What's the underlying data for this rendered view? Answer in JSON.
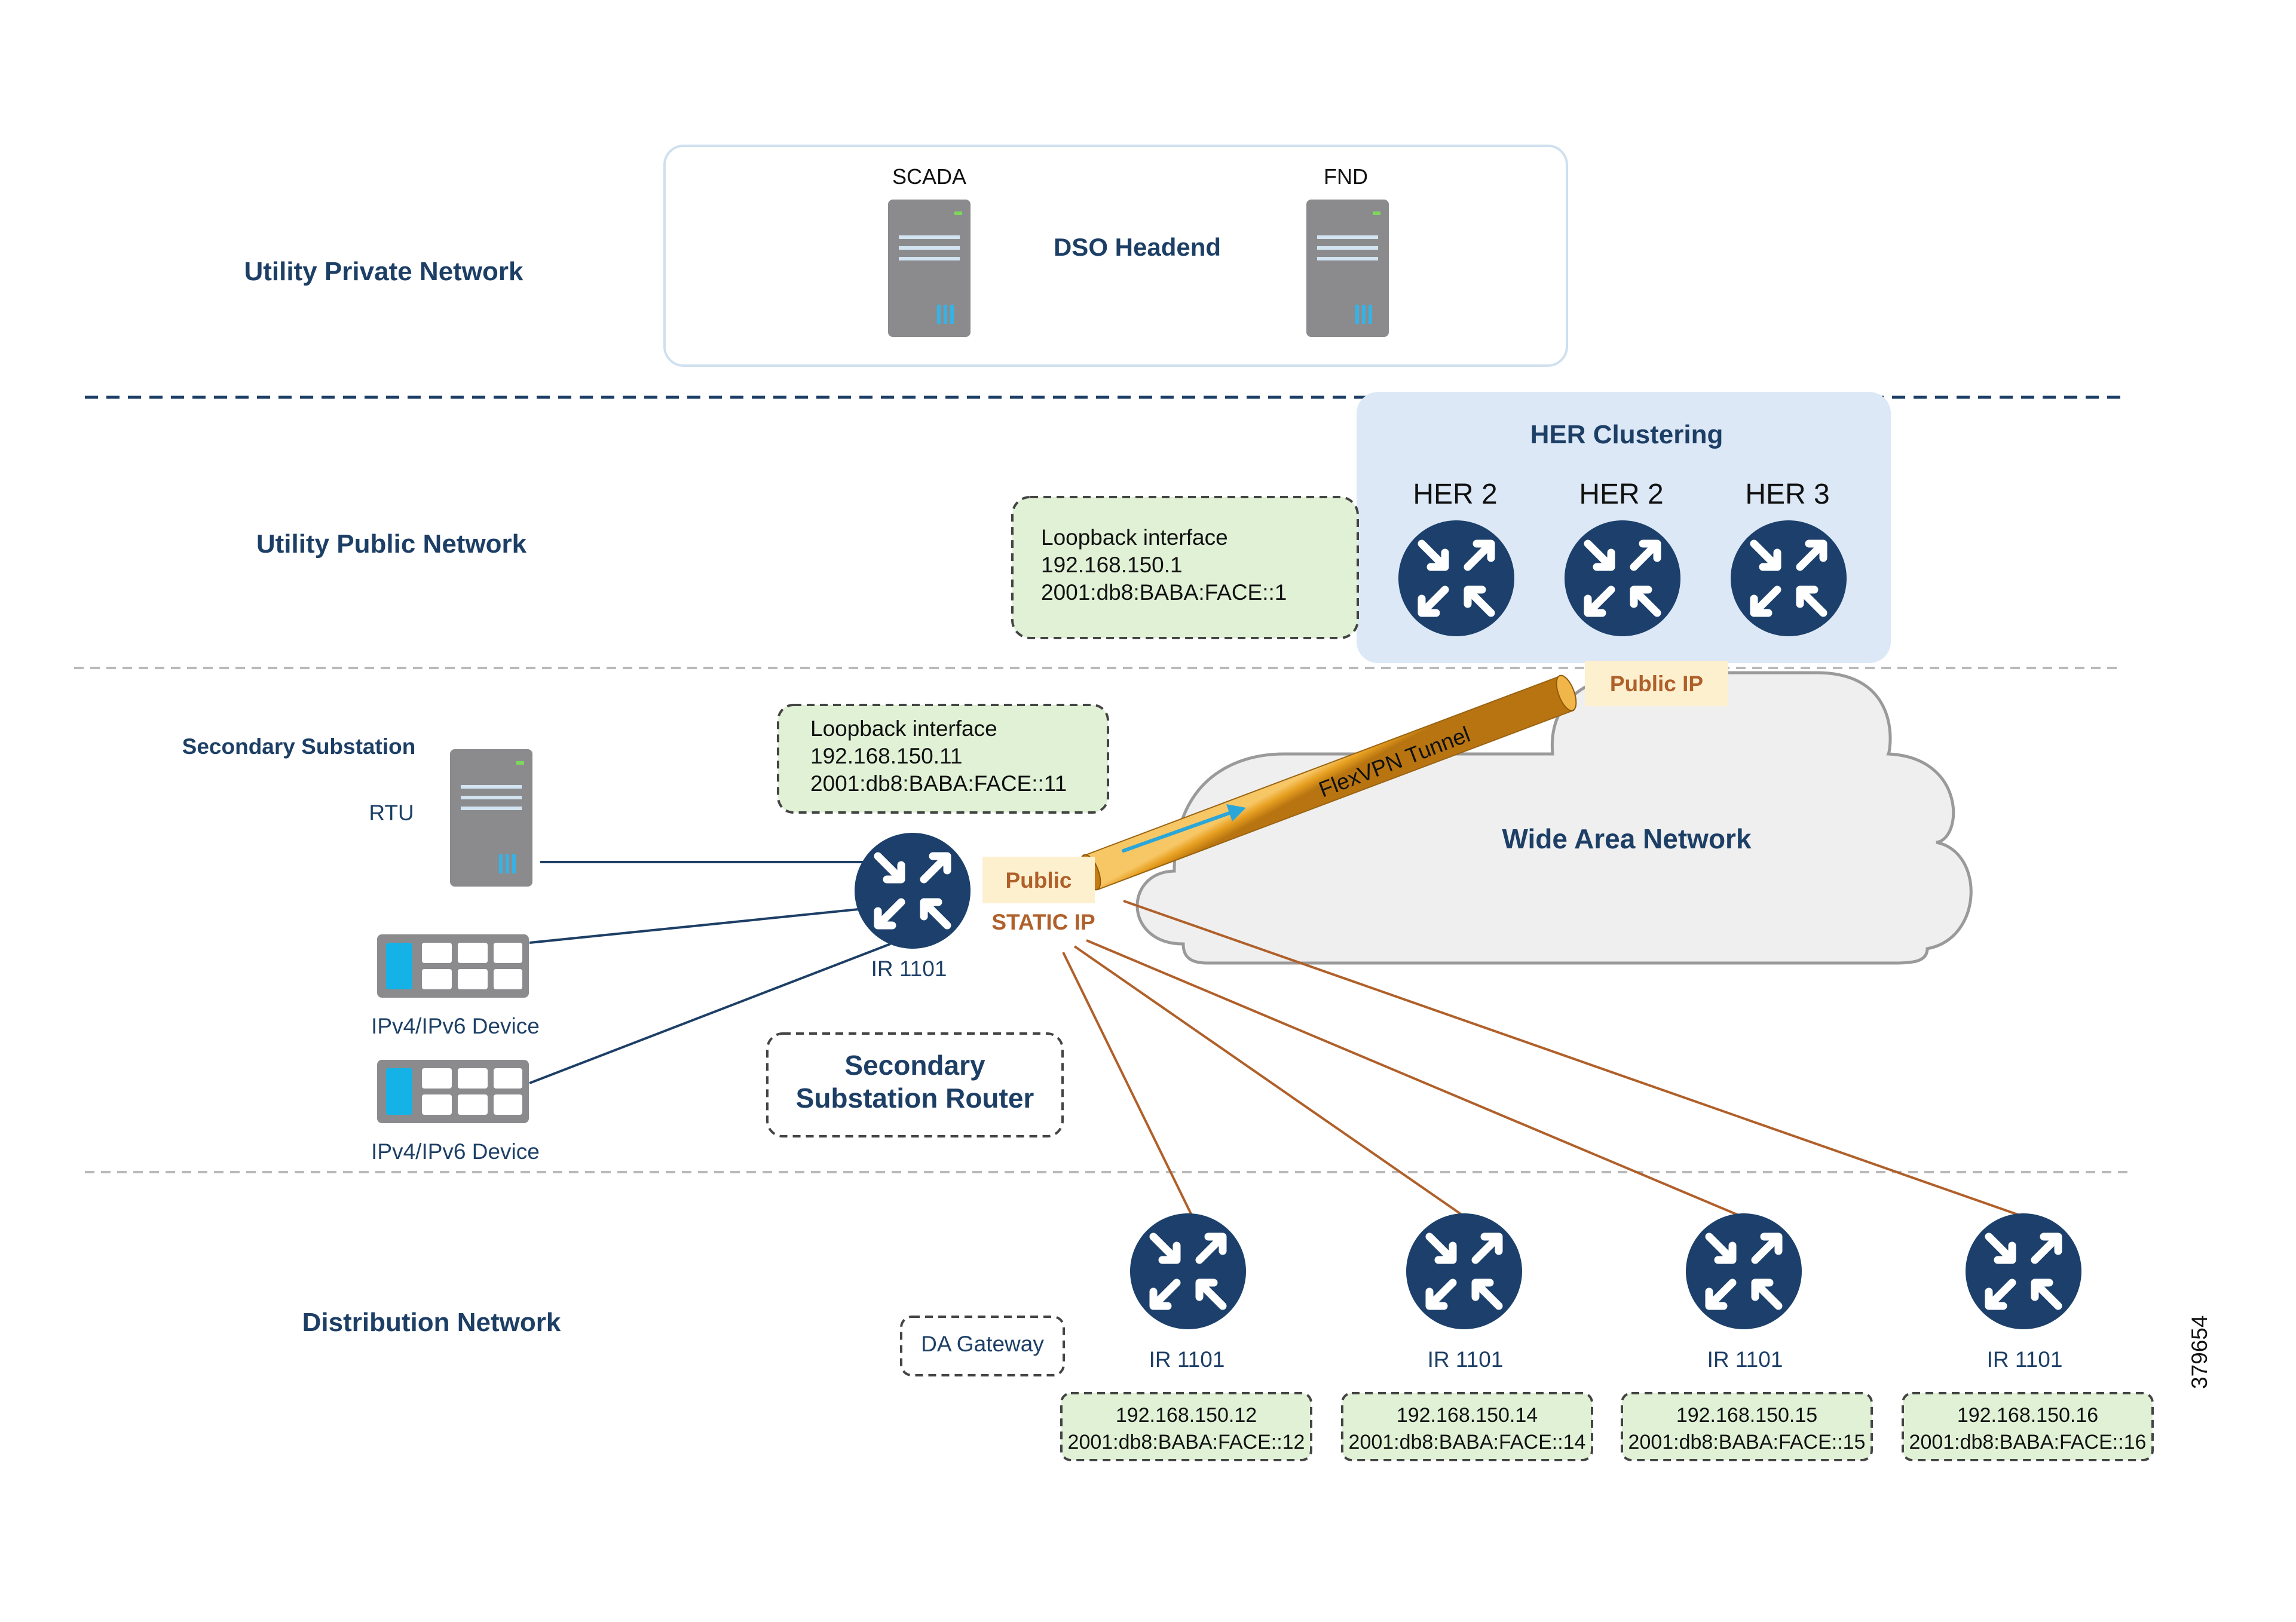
{
  "zones": {
    "private": "Utility Private Network",
    "public": "Utility Public Network",
    "secondary": "Secondary Substation",
    "distribution": "Distribution Network"
  },
  "headend": {
    "title": "DSO Headend",
    "server1": "SCADA",
    "server2": "FND"
  },
  "her": {
    "title": "HER Clustering",
    "routers": [
      "HER 2",
      "HER 2",
      "HER 3"
    ],
    "public_ip": "Public IP"
  },
  "loopback_her": {
    "title": "Loopback interface",
    "ipv4": "192.168.150.1",
    "ipv6": "2001:db8:BABA:FACE::1"
  },
  "loopback_ssr": {
    "title": "Loopback interface",
    "ipv4": "192.168.150.11",
    "ipv6": "2001:db8:BABA:FACE::11"
  },
  "wan": {
    "title": "Wide Area Network",
    "tunnel": "FlexVPN Tunnel"
  },
  "substation": {
    "rtu": "RTU",
    "device1": "IPv4/IPv6 Device",
    "device2": "IPv4/IPv6 Device",
    "router": "IR 1101",
    "public": "Public",
    "static_ip": "STATIC IP",
    "ssr_line1": "Secondary",
    "ssr_line2": "Substation Router"
  },
  "distribution": {
    "da_gateway": "DA Gateway",
    "gateways": [
      {
        "name": "IR 1101",
        "ipv4": "192.168.150.12",
        "ipv6": "2001:db8:BABA:FACE::12"
      },
      {
        "name": "IR 1101",
        "ipv4": "192.168.150.14",
        "ipv6": "2001:db8:BABA:FACE::14"
      },
      {
        "name": "IR 1101",
        "ipv4": "192.168.150.15",
        "ipv6": "2001:db8:BABA:FACE::15"
      },
      {
        "name": "IR 1101",
        "ipv4": "192.168.150.16",
        "ipv6": "2001:db8:BABA:FACE::16"
      }
    ]
  },
  "figure_id": "379654",
  "colors": {
    "navy": "#1d3f66",
    "router": "#1c406b",
    "orange_text": "#b0602a",
    "tunnel": "#e59e1c",
    "note_fill": "#e0f1d6",
    "ip_tag": "#fdf0cf",
    "cloud": "#efefef",
    "her_panel": "#dce8f6"
  },
  "icons": {
    "server": "server-icon",
    "router": "router-icon",
    "device": "device-icon",
    "cloud": "cloud-icon"
  }
}
